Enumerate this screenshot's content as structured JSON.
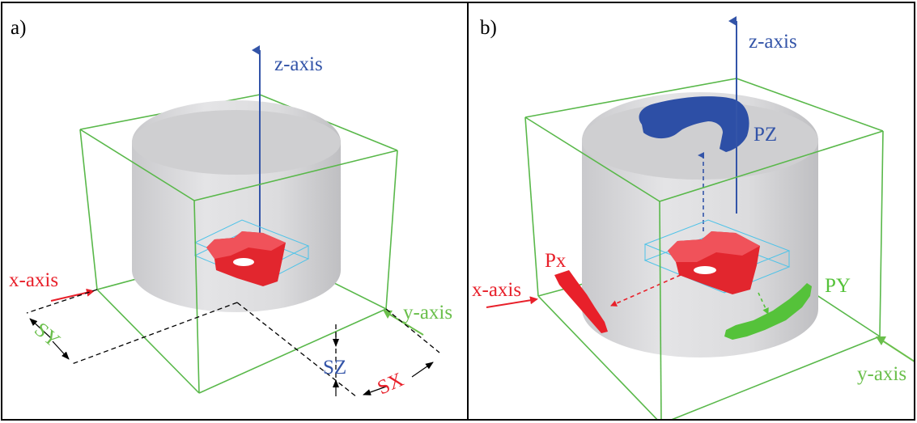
{
  "colors": {
    "box": "#59b84a",
    "object": "#e2262e",
    "x_axis": "#e8202a",
    "y_axis": "#6abf4b",
    "z_axis": "#3354a8",
    "cylinder": "#d8d8da",
    "bbox": "#4fc3e8",
    "proj_z": "#2d4fa6",
    "proj_y": "#55c23a"
  },
  "panel_a": {
    "tag": "a)",
    "z_axis": "z-axis",
    "x_axis": "x-axis",
    "y_axis": "y-axis",
    "sx": "SX",
    "sy": "SY",
    "sz": "SZ"
  },
  "panel_b": {
    "tag": "b)",
    "z_axis": "z-axis",
    "x_axis": "x-axis",
    "y_axis": "y-axis",
    "px": "Px",
    "py": "PY",
    "pz": "PZ"
  }
}
